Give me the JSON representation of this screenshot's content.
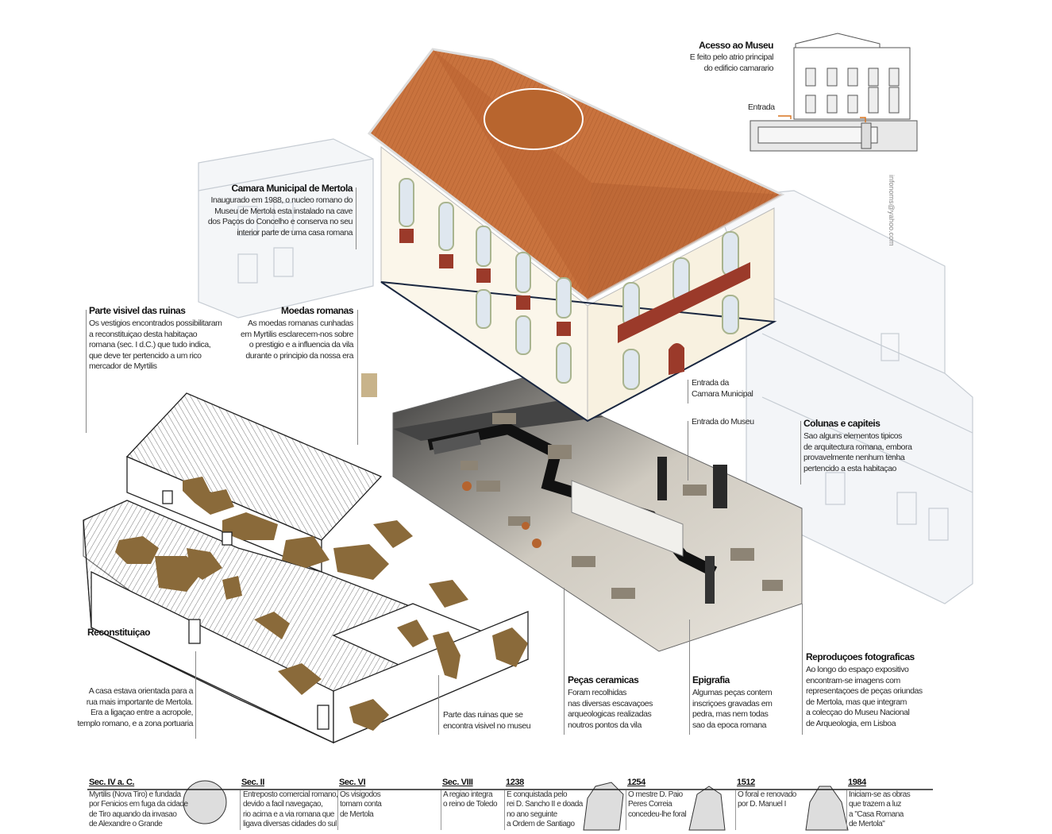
{
  "colors": {
    "roof": "#c9733e",
    "roof_dark": "#a9552c",
    "wall": "#fbf6ea",
    "trim": "#d9cfb5",
    "balcony": "#9b3a2a",
    "ruins": "#8a6a3a",
    "museum_floor": "#2b2b2b",
    "museum_light": "#d8d4cc",
    "line": "#9aa3ad"
  },
  "acesso": {
    "title": "Acesso ao Museu",
    "body": "E feito pelo atrio principal\ndo edificio camarario",
    "entrada": "Entrada"
  },
  "credit": "infonoms@yahoo.com",
  "camara": {
    "title": "Camara Municipal de Mertola",
    "body": "Inaugurado em 1988, o nucleo romano do\nMuseu de Mertola esta instalado na cave\ndos Paços do Concelho e conserva no seu\ninterior parte de uma casa romana"
  },
  "parte_visivel": {
    "title": "Parte visivel das ruinas",
    "body": "Os vestigios encontrados possibilitaram\na reconstituiçao desta habitaçao\nromana (sec. I d.C.) que tudo indica,\nque deve ter pertencido a um rico\nmercador de Myrtilis"
  },
  "moedas": {
    "title": "Moedas romanas",
    "body": "As moedas romanas cunhadas\nem Myrtilis esclarecem-nos sobre\no prestigio e a influencia da vila\ndurante o principio da nossa era"
  },
  "entrada_camara": "Entrada da\nCamara Municipal",
  "entrada_museu": "Entrada do Museu",
  "colunas": {
    "title": "Colunas e capiteis",
    "body": "Sao alguns elementos tipicos\nde arquitectura romana,  embora\nprovavelmente nenhum tenha\npertencido a esta habitaçao"
  },
  "reconstituicao": {
    "title": "Reconstituiçao",
    "body": "A casa estava orientada para a\nrua mais importante de Mertola.\nEra a ligaçao entre a acropole,\ntemplo romano, e a zona portuaria"
  },
  "parte_ruinas": "Parte  das ruinas que se\nencontra visivel no museu",
  "ceramicas": {
    "title": "Peças ceramicas",
    "body": "Foram recolhidas\nnas diversas escavaçoes\narqueologicas realizadas\nnoutros pontos da vila"
  },
  "epigrafia": {
    "title": "Epigrafia",
    "body": "Algumas peças contem\ninscriçoes gravadas em\npedra, mas nem todas\nsao da epoca romana"
  },
  "reproducoes": {
    "title": "Reproduçoes fotograficas",
    "body": "Ao longo do espaço expositivo\nencontram-se imagens com\nrepresentaçoes de peças oriundas\nde Mertola, mas que integram\na colecçao do Museu Nacional\nde Arqueologia, em Lisboa"
  },
  "timeline": [
    {
      "date": "Sec. IV a. C.",
      "text": "Myrtilis (Nova Tiro) e fundada\npor Fenicios em fuga da cidade\nde Tiro aquando da invasao\nde Alexandre o Grande"
    },
    {
      "date": "Sec. II",
      "text": "Entreposto comercial romano,\ndevido a facil navegaçao,\nrio acima e a via romana que\nligava diversas cidades do sul"
    },
    {
      "date": "Sec. VI",
      "text": "Os visigodos\ntomam conta\nde Mertola"
    },
    {
      "date": "Sec. VIII",
      "text": "A regiao integra\no reino de Toledo"
    },
    {
      "date": "1238",
      "text": "E conquistada pelo\nrei D. Sancho II e  doada\nno ano seguinte\na Ordem de Santiago"
    },
    {
      "date": "1254",
      "text": "O mestre D. Paio\nPeres Correia\nconcedeu-lhe foral"
    },
    {
      "date": "1512",
      "text": "O foral e renovado\npor D. Manuel I"
    },
    {
      "date": "1984",
      "text": "Iniciam-se as obras\nque trazem a luz\na \"Casa Romana\nde Mertola\""
    }
  ]
}
